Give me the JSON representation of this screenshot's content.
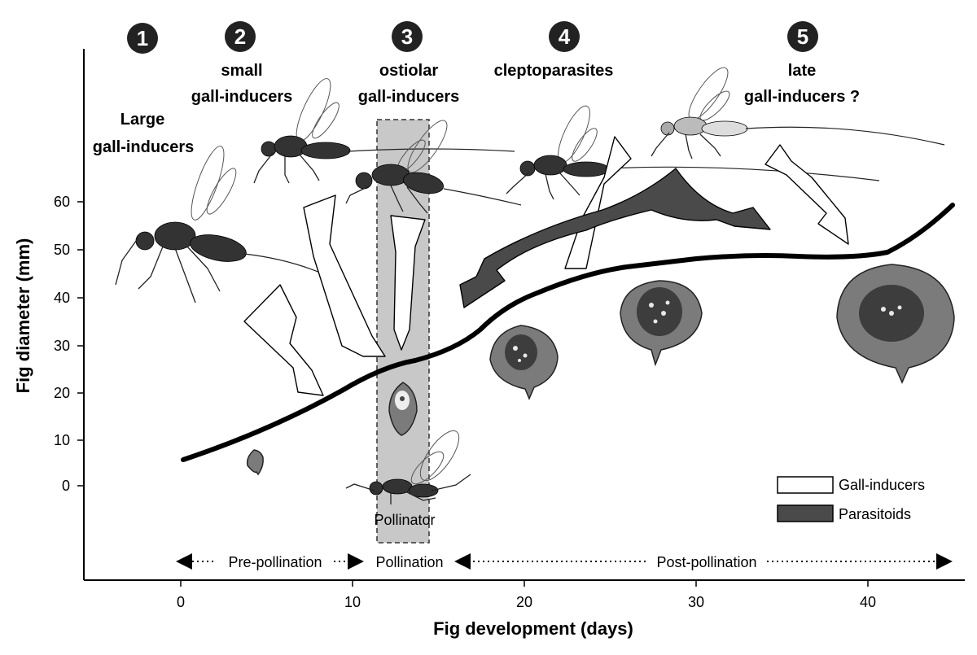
{
  "stages": [
    {
      "number": "1",
      "label_lines": [
        "Large",
        "gall-inducers"
      ]
    },
    {
      "number": "2",
      "label_lines": [
        "small",
        "gall-inducers"
      ]
    },
    {
      "number": "3",
      "label_lines": [
        "ostiolar",
        "gall-inducers"
      ]
    },
    {
      "number": "4",
      "label_lines": [
        "cleptoparasites"
      ]
    },
    {
      "number": "5",
      "label_lines": [
        "late",
        "gall-inducers ?"
      ]
    }
  ],
  "y_axis": {
    "title": "Fig diameter (mm)",
    "ticks": [
      "0",
      "10",
      "20",
      "30",
      "40",
      "50",
      "60"
    ]
  },
  "x_axis": {
    "title": "Fig development (days)",
    "ticks": [
      "0",
      "10",
      "20",
      "30",
      "40"
    ]
  },
  "pollinator_label": "Pollinator",
  "phases": {
    "pre": "Pre-pollination",
    "during": "Pollination",
    "post": "Post-pollination"
  },
  "legend": {
    "white": "Gall-inducers",
    "dark": "Parasitoids"
  },
  "colors": {
    "band": "#c8c8c8",
    "parasitoid": "#4a4a4a",
    "gall_inducer": "#ffffff"
  }
}
